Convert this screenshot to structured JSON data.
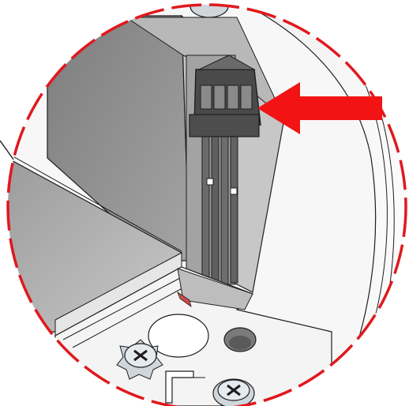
{
  "figure": {
    "kind": "technical-detail-callout",
    "callout_outline": "dashed-circle",
    "pointer": "arrow-pointing-left-at-connector"
  },
  "colors": {
    "callout_ring": "#e0191e",
    "arrow": "#f21414",
    "background": "#ffffff",
    "panel_dark": "#8e8e8e",
    "panel_mid": "#b3b3b3",
    "panel_light": "#d6d6d6",
    "base_light": "#f4f4f4",
    "connector": "#4a4a4a",
    "outline": "#1e1e1e"
  },
  "icons": {
    "arrow": "red-arrow-icon",
    "connector": "four-pin-connector-icon",
    "screw": "phillips-screw-icon"
  }
}
